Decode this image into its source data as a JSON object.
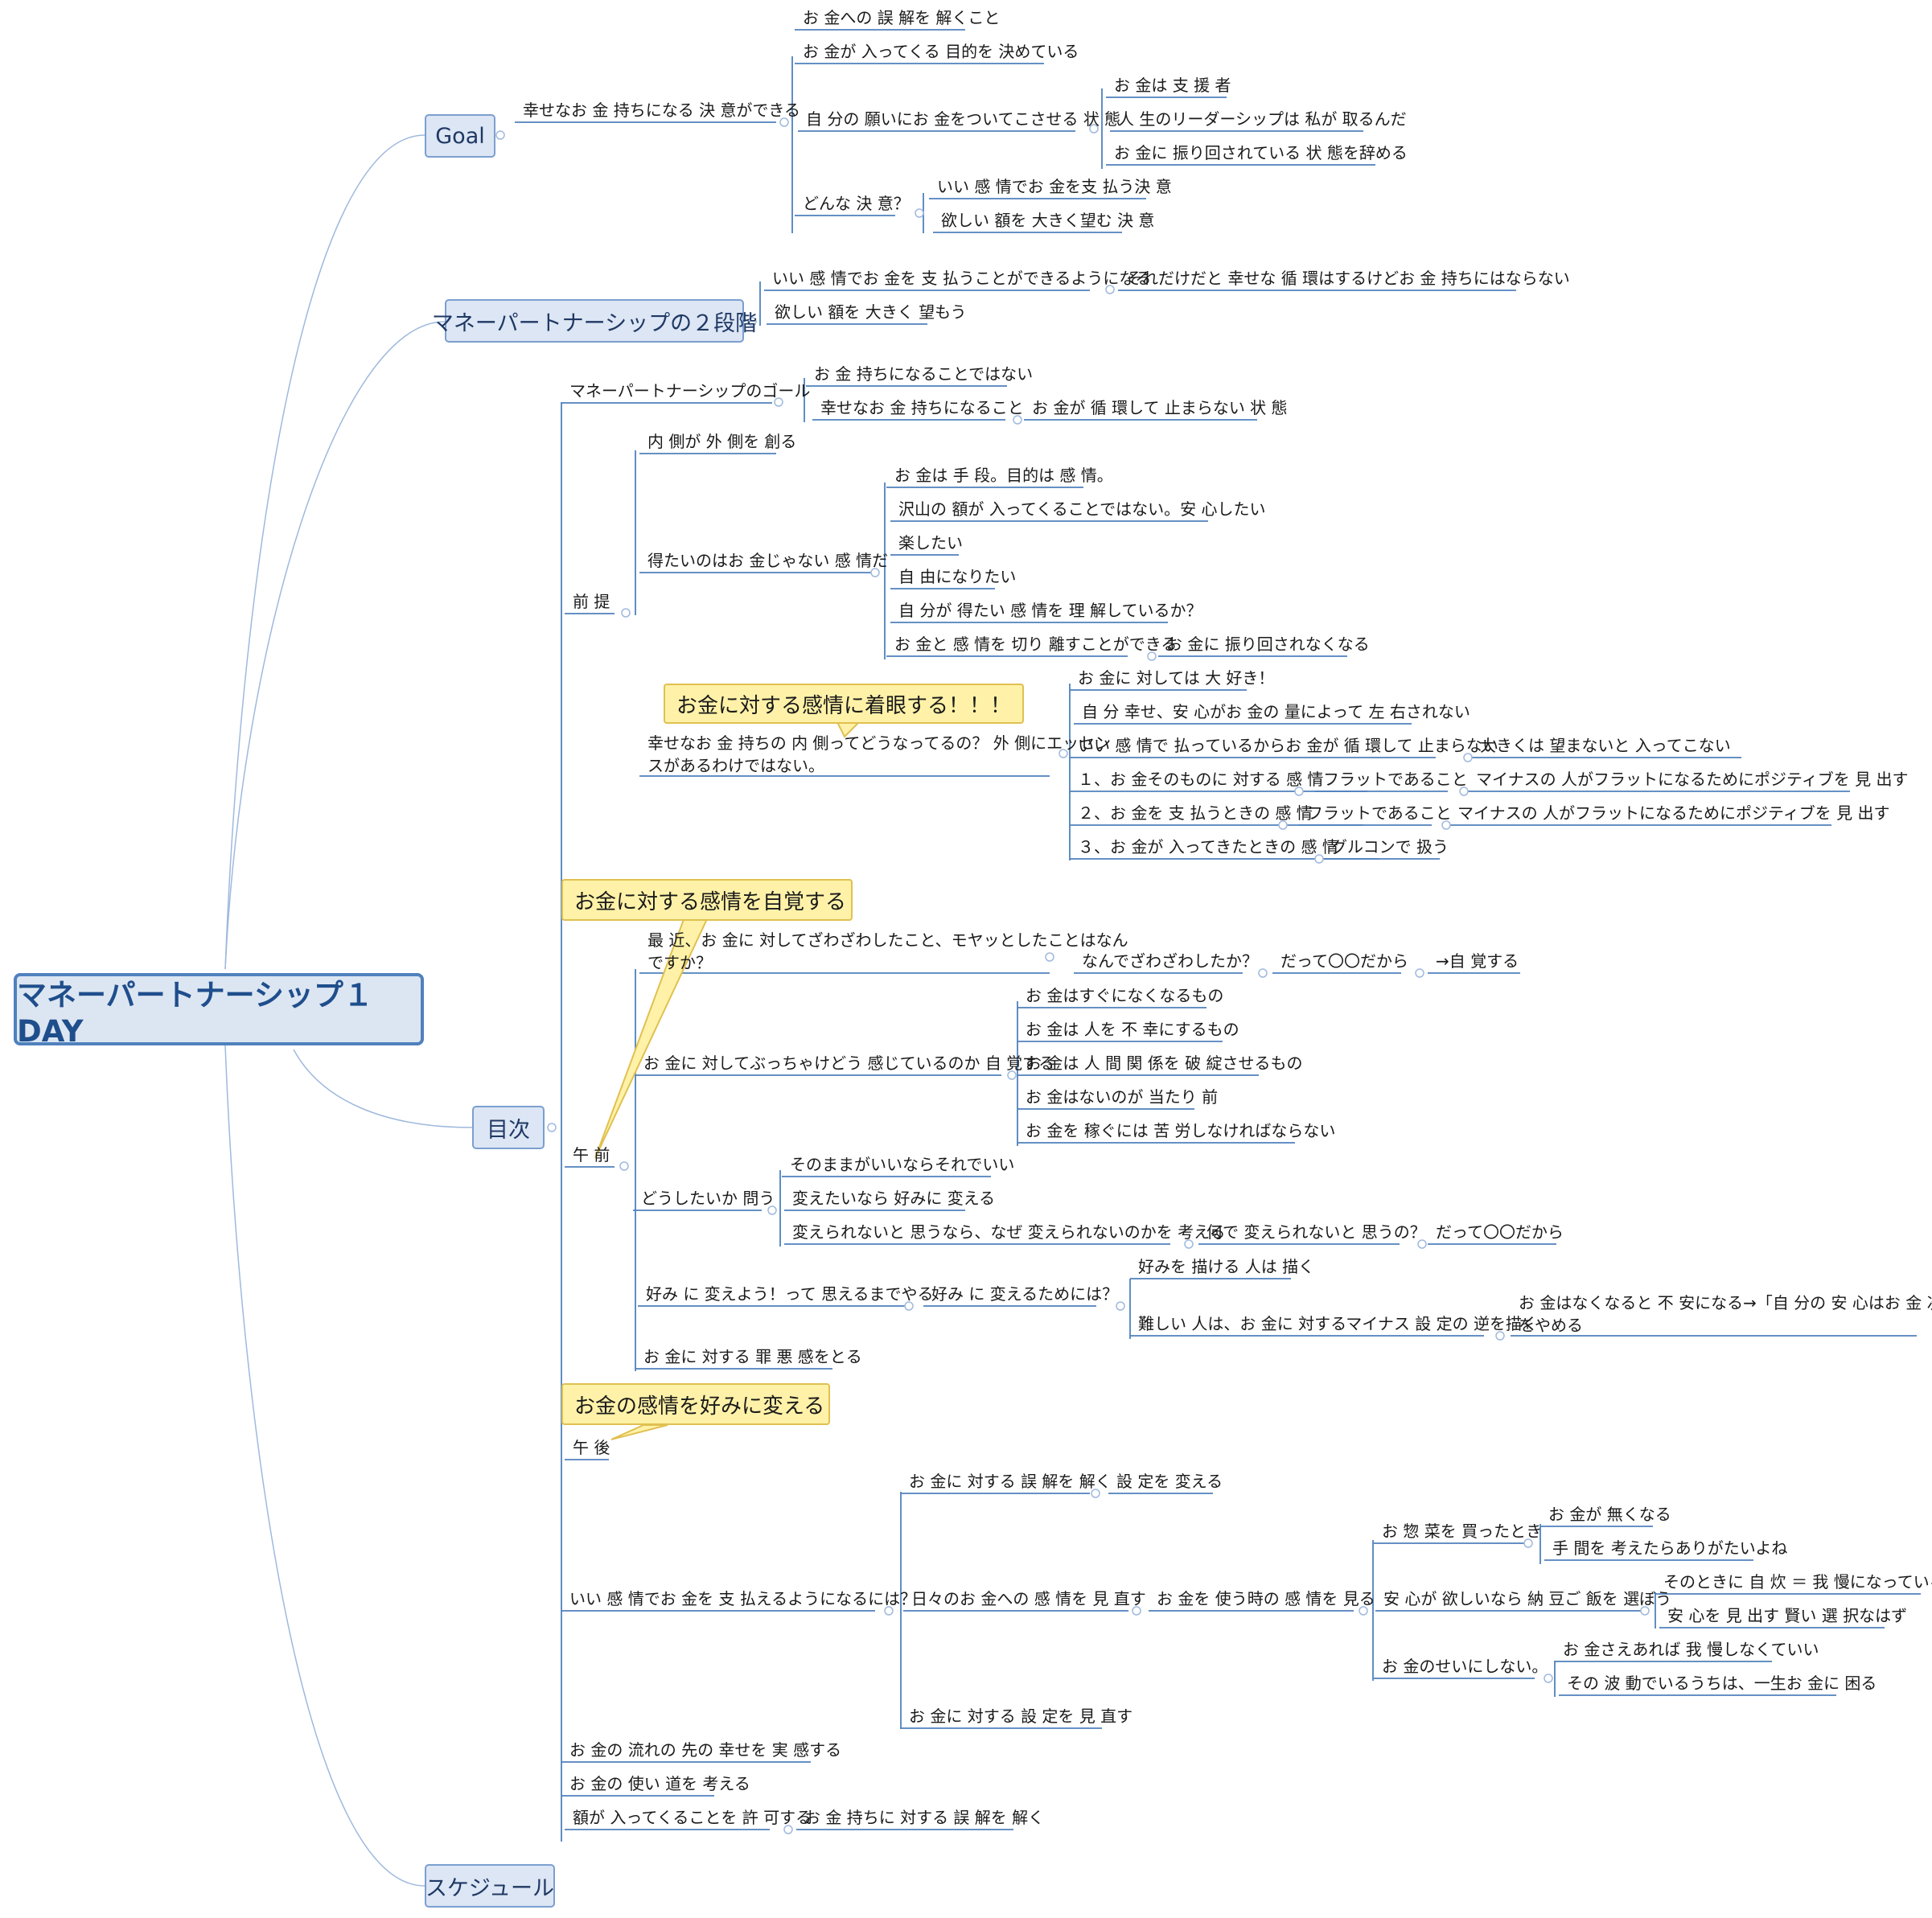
{
  "root": "マネーパートナーシップ１DAY",
  "branches": {
    "goal": "Goal",
    "stages": "マネーパートナーシップの２段階",
    "toc": "目次",
    "schedule": "スケジュール"
  },
  "goal": {
    "decision": "幸せなお 金 持ちになる 決 意ができる",
    "misunderstanding": "お 金への 誤 解を 解くこと",
    "purpose": "お 金が 入ってくる 目的を 決めている",
    "state": "自 分の 願いにお 金をついてこさせる 状 態",
    "state_supporter": "お 金は 支 援 者",
    "state_leadership": "人 生のリーダーシップは 私が 取るんだ",
    "state_stop": "お 金に 振り回されている 状 態を辞める",
    "which": "どんな 決 意？",
    "which_pay": "いい 感 情でお 金を支 払う決 意",
    "which_want": "欲しい 額を 大きく望む 決 意"
  },
  "stages": {
    "s1": "いい 感 情でお 金を 支 払うことができるようになる",
    "s1_note": "それだけだと 幸せな 循 環はするけどお 金 持ちにはならない",
    "s2": "欲しい 額を 大きく 望もう"
  },
  "toc": {
    "goal": "マネーパートナーシップのゴール",
    "goal_a": "お 金 持ちになることではない",
    "goal_b": "幸せなお 金 持ちになること",
    "goal_b_note": "お 金が 循 環して 止まらない 状 態",
    "premise": "前 提",
    "inner": "内 側が 外 側を 創る",
    "feeling": "得たいのはお 金じゃない 感 情だ",
    "feel_1": "お 金は 手 段。目的は 感 情。",
    "feel_2": "沢山の 額が 入ってくることではない。安 心したい",
    "feel_3": "楽したい",
    "feel_4": "自 由になりたい",
    "feel_5": "自 分が 得たい 感 情を 理 解しているか？",
    "feel_6": "お 金と 感 情を 切り 離すことができる",
    "feel_6_note": "お 金に 振り回されなくなる",
    "callout_focus": "お金に対する感情に着眼する！！！",
    "rich_inside_1": "幸せなお 金 持ちの 内 側ってどうなってるの？ 外 側にエッセン",
    "rich_inside_2": "スがあるわけではない。",
    "rich_1": "お 金に 対しては 大 好き！",
    "rich_2": "自 分 幸せ、安 心がお 金の 量によって 左 右されない",
    "rich_3": "いい 感 情で 払っているからお 金が 循 環して 止まらない",
    "rich_3_note": "大きくは 望まないと 入ってこない",
    "rich_4": "１、お 金そのものに 対する 感 情",
    "rich_4_a": "フラットであること",
    "rich_4_b": "マイナスの 人がフラットになるためにポジティブを 見 出す",
    "rich_5": "２、お 金を 支 払うときの 感 情",
    "rich_5_a": "フラットであること",
    "rich_5_b": "マイナスの 人がフラットになるためにポジティブを 見 出す",
    "rich_6": "３、お 金が 入ってきたときの 感 情",
    "rich_6_a": "グルコンで 扱う",
    "callout_aware": "お金に対する感情を自覚する",
    "am": "午 前",
    "recent_1": "最 近、お 金に 対してざわざわしたこと、モヤッとしたことはなん",
    "recent_2": "ですか？",
    "why": "なんでざわざわしたか？",
    "because": "だって〇〇だから",
    "aware": "→自 覚する",
    "honest": "お 金に 対してぶっちゃけどう 感じているのか 自 覚する",
    "h1": "お 金はすぐになくなるもの",
    "h2": "お 金は 人を 不 幸にするもの",
    "h3": "お 金は 人 間 関 係を 破 綻させるもの",
    "h4": "お 金はないのが 当たり 前",
    "h5": "お 金を 稼ぐには 苦 労しなければならない",
    "ask": "どうしたいか 問う",
    "ask_1": "そのままがいいならそれでいい",
    "ask_2": "変えたいなら 好みに 変える",
    "ask_3": "変えられないと 思うなら、なぜ 変えられないのかを 考える",
    "ask_3_a": "何で 変えられないと 思うの？",
    "ask_3_b": "だって〇〇だから",
    "like": "好み に 変えよう！って 思えるまでやる",
    "like_how": "好み に 変えるためには？",
    "like_a": "好みを 描ける 人は 描く",
    "like_b": "難しい 人は、お 金に 対するマイナス 設 定の 逆を描く",
    "like_b_note_1": "お 金はなくなると 不 安になる→「自 分の 安 心はお 金 次 第」",
    "like_b_note_2": "をやめる",
    "guilt": "お 金に 対する 罪 悪 感をとる",
    "callout_like": "お金の感情を好みに変える",
    "pm": "午 後",
    "goodpay": "いい 感 情でお 金を 支 払えるようになるには？",
    "gp_1": "お 金に 対する 誤 解を 解く",
    "gp_1_a": "設 定を 変える",
    "gp_2": "日々のお 金への 感 情を 見 直す",
    "gp_2_a": "お 金を 使う時の 感 情を 見る",
    "gp_2_deli": "お 惣 菜を 買ったとき",
    "deli_1": "お 金が 無くなる",
    "deli_2": "手 間を 考えたらありがたいよね",
    "gp_2_natto": "安 心が 欲しいなら 納 豆ご 飯を 選ぼう",
    "natto_1": "そのときに 自 炊 ＝ 我 慢になっている",
    "natto_2": "安 心を 見 出す 賢い 選 択なはず",
    "gp_2_blame": "お 金のせいにしない。",
    "blame_1": "お 金さえあれば 我 慢しなくていい",
    "blame_2": "その 波 動でいるうちは、一生お 金に 困る",
    "gp_3": "お 金に 対する 設 定を 見 直す",
    "flow": "お 金の 流れの 先の 幸せを 実 感する",
    "use": "お 金の 使い 道を 考える",
    "allow": "額が 入ってくることを 許 可する",
    "allow_a": "お 金 持ちに 対する 誤 解を 解く"
  },
  "colors": {
    "line": "#4f81bd",
    "root_border": "#4f81bd",
    "callout_bg": "#fff2a8"
  }
}
